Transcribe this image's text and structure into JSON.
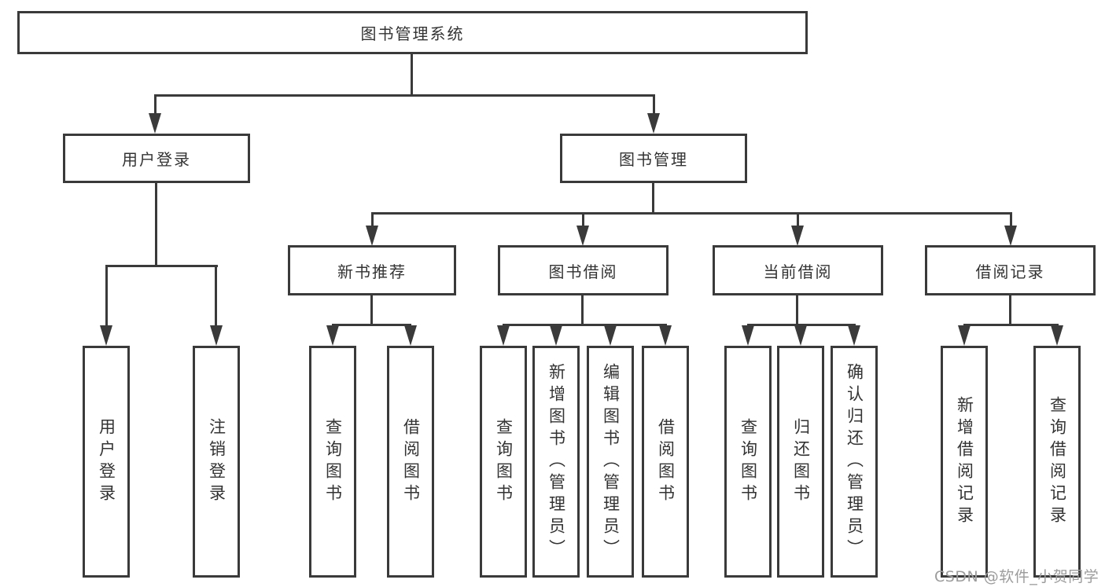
{
  "tree": {
    "root": "图书管理系统",
    "level2": [
      "用户登录",
      "图书管理"
    ],
    "level3": [
      "新书推荐",
      "图书借阅",
      "当前借阅",
      "借阅记录"
    ],
    "leaves": {
      "user_login": [
        "用户登录",
        "注销登录"
      ],
      "new_book_recommend": [
        "查询图书",
        "借阅图书"
      ],
      "book_borrow": [
        "查询图书",
        "新增图书（管理员）",
        "编辑图书（管理员）",
        "借阅图书"
      ],
      "current_borrow": [
        "查询图书",
        "归还图书",
        "确认归还（管理员）"
      ],
      "borrow_record": [
        "新增借阅记录",
        "查询借阅记录"
      ]
    }
  },
  "watermark": "CSDN @软件_小贺同学",
  "colors": {
    "line": "#3a3a3a",
    "text": "#333333",
    "watermark": "#9c9c9c",
    "background": "#ffffff"
  }
}
